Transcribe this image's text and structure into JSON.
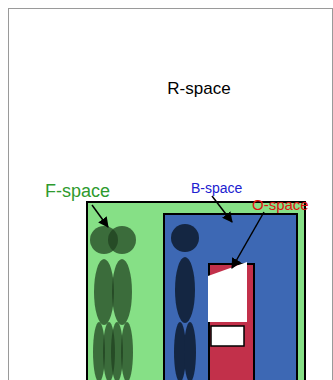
{
  "diagram": {
    "nodes": [
      {
        "text": [
          "R-space"
        ]
      },
      {
        "text": [
          "F-space"
        ],
        "in": 0
      },
      {
        "text": [
          "B-space"
        ],
        "in": 1
      },
      {
        "text": [
          "O-space"
        ],
        "in": 2
      }
    ]
  }
}
